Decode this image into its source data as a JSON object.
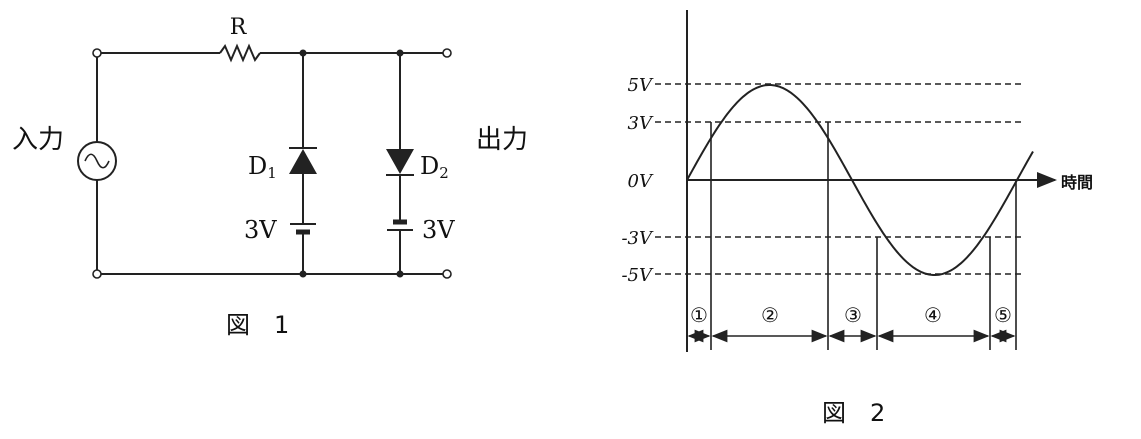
{
  "fig1": {
    "resistor_label": "R",
    "input_label": "入力",
    "output_label": "出力",
    "diode1_label": "D",
    "diode1_sub": "1",
    "diode2_label": "D",
    "diode2_sub": "2",
    "battery1_label": "3V",
    "battery2_label": "3V",
    "caption": "図　1"
  },
  "fig2": {
    "y_labels": [
      "5V",
      "3V",
      "0V",
      "-3V",
      "-5V"
    ],
    "time_label": "時間",
    "regions": [
      "①",
      "②",
      "③",
      "④",
      "⑤"
    ],
    "caption": "図　2"
  }
}
